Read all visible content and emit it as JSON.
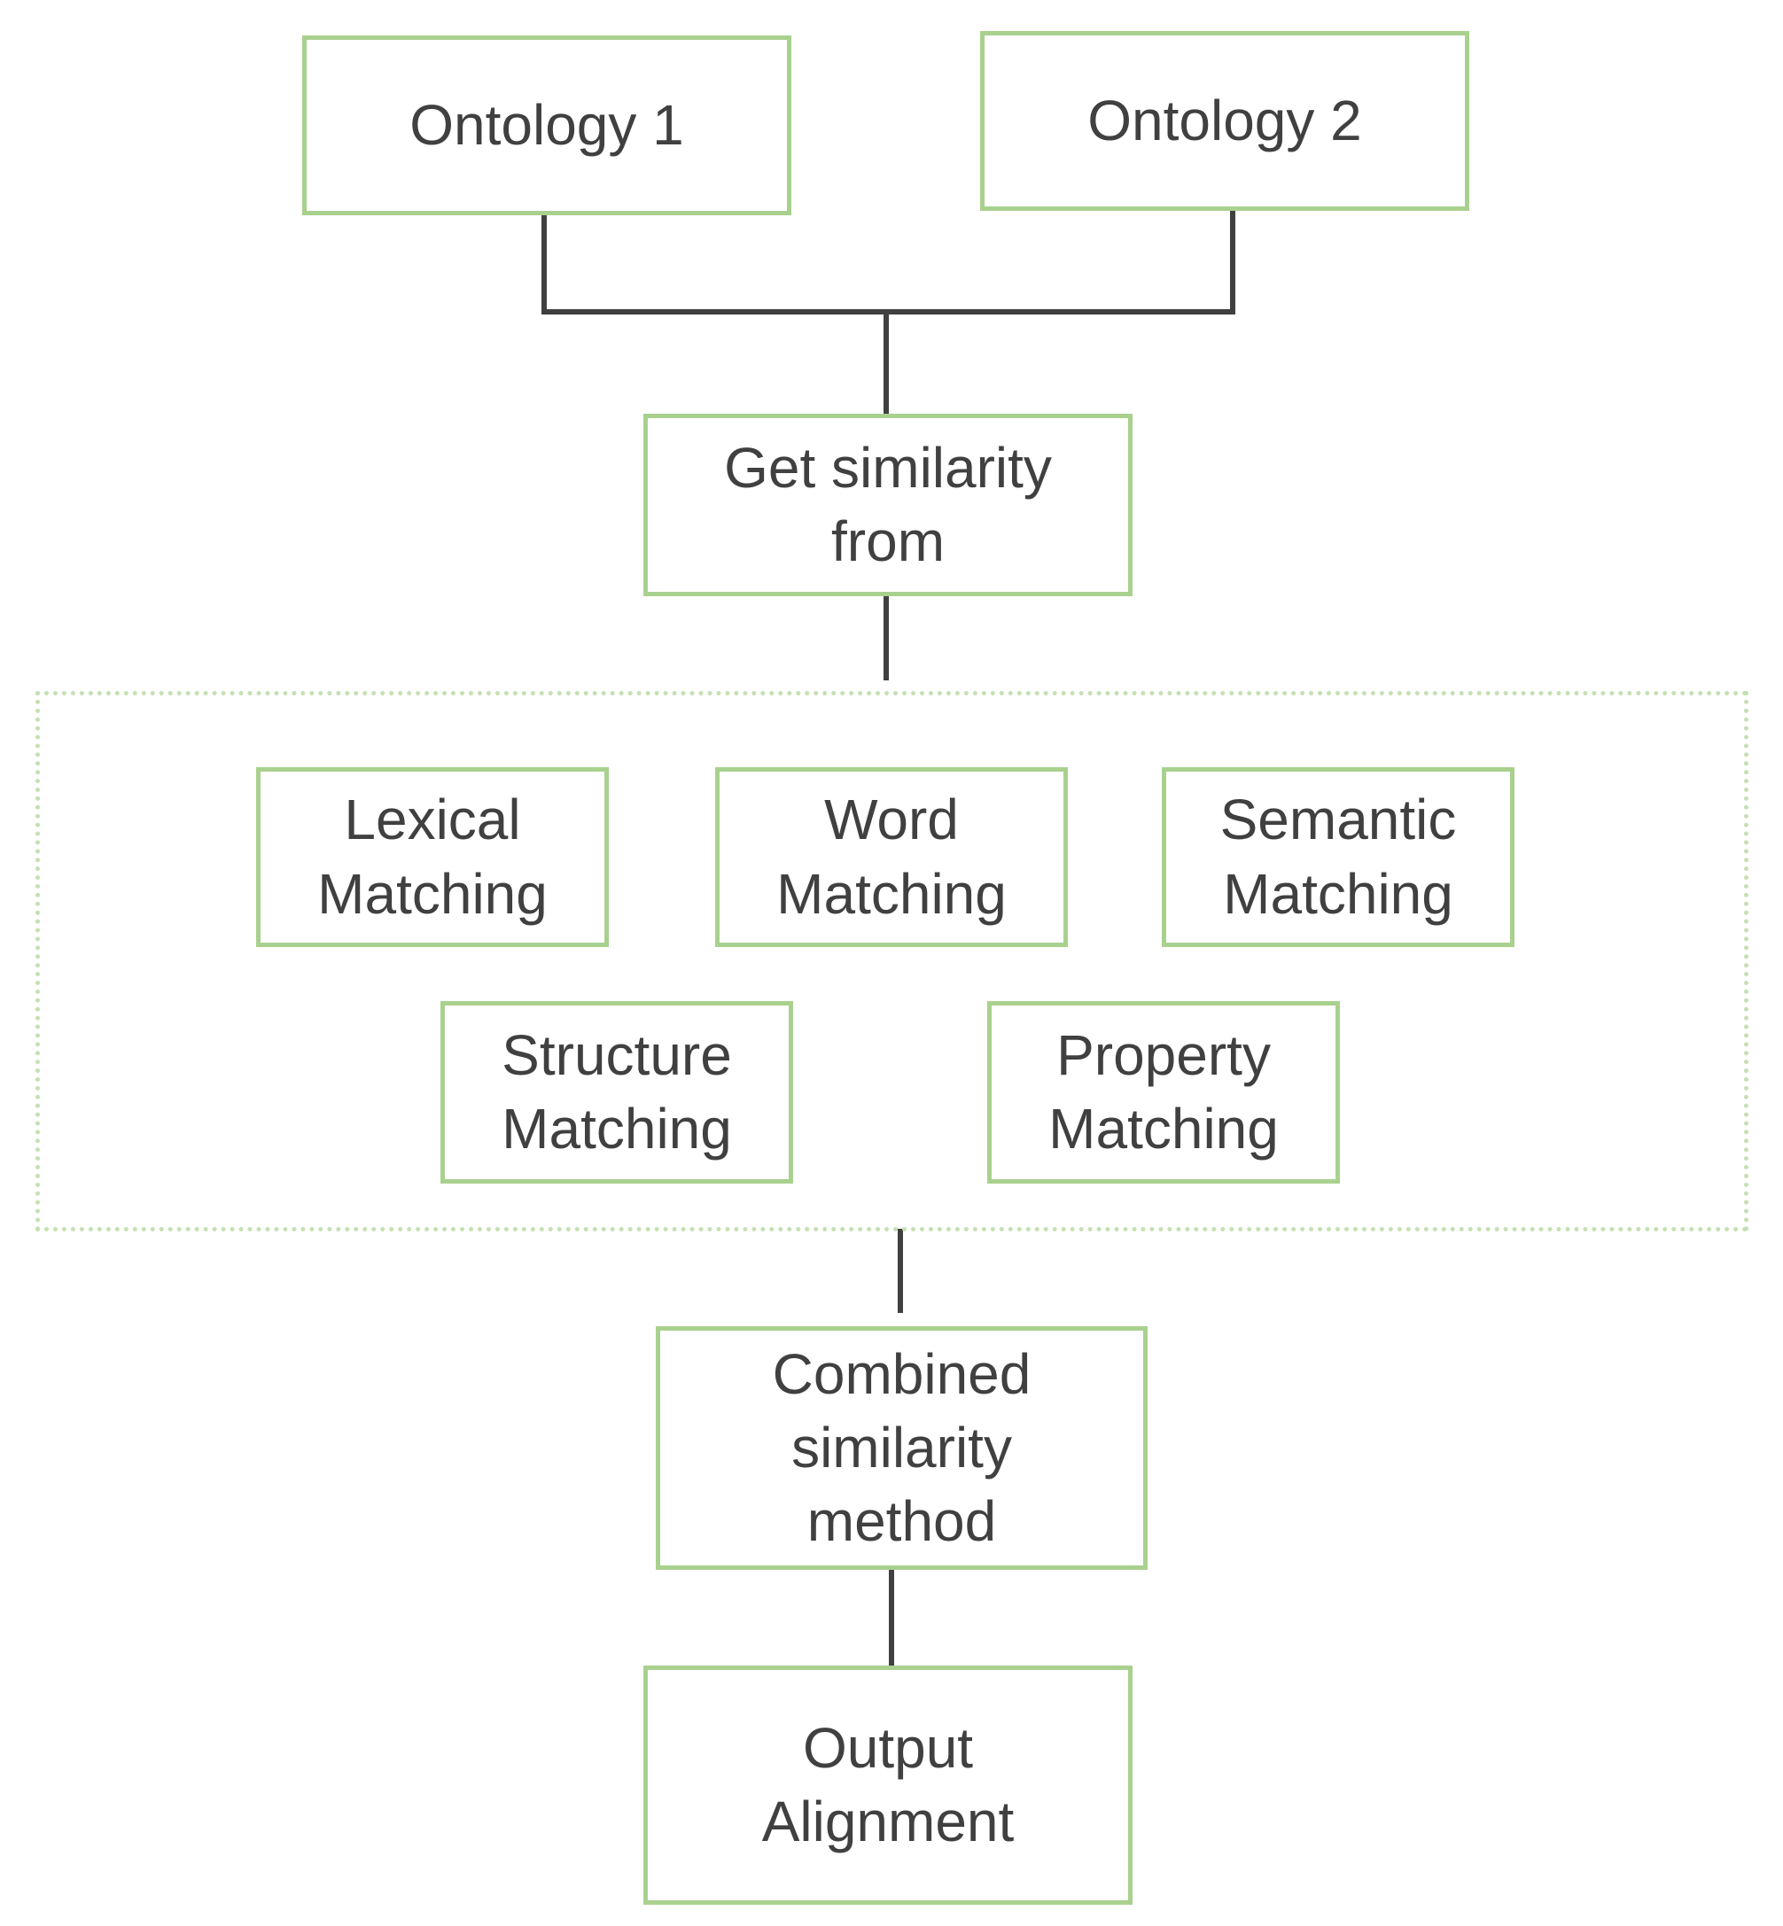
{
  "nodes": {
    "ontology1": "Ontology 1",
    "ontology2": "Ontology 2",
    "get_similarity": "Get similarity\nfrom",
    "lexical": "Lexical\nMatching",
    "word": "Word\nMatching",
    "semantic": "Semantic\nMatching",
    "structure": "Structure\nMatching",
    "property": "Property\nMatching",
    "combined": "Combined\nsimilarity\nmethod",
    "output": "Output\nAlignment"
  },
  "colors": {
    "box_border": "#a9d18e",
    "group_border": "#c5e0b4",
    "connector": "#404040",
    "text": "#404040"
  }
}
